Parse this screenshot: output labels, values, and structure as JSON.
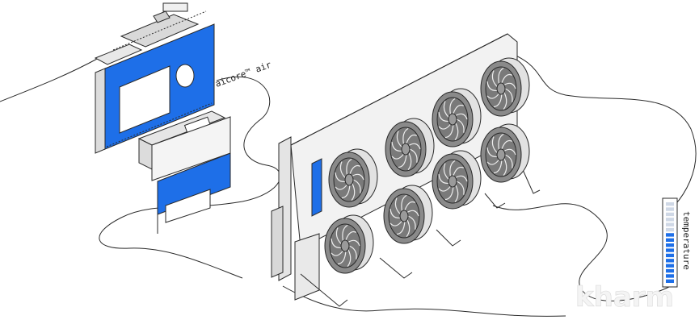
{
  "labels": {
    "product": "aicore™ air",
    "gauge": "temperature",
    "watermark": "kharm"
  },
  "gauge": {
    "level": 0.62,
    "segments": 16
  },
  "fans": {
    "count": 8
  },
  "colors": {
    "accent": "#1e6fe8",
    "line": "#2a2a2a",
    "body": "#efefef",
    "fan": "#8a8a8a",
    "gauge_empty": "#cfd8e6",
    "watermark": "#f4f4f4"
  }
}
